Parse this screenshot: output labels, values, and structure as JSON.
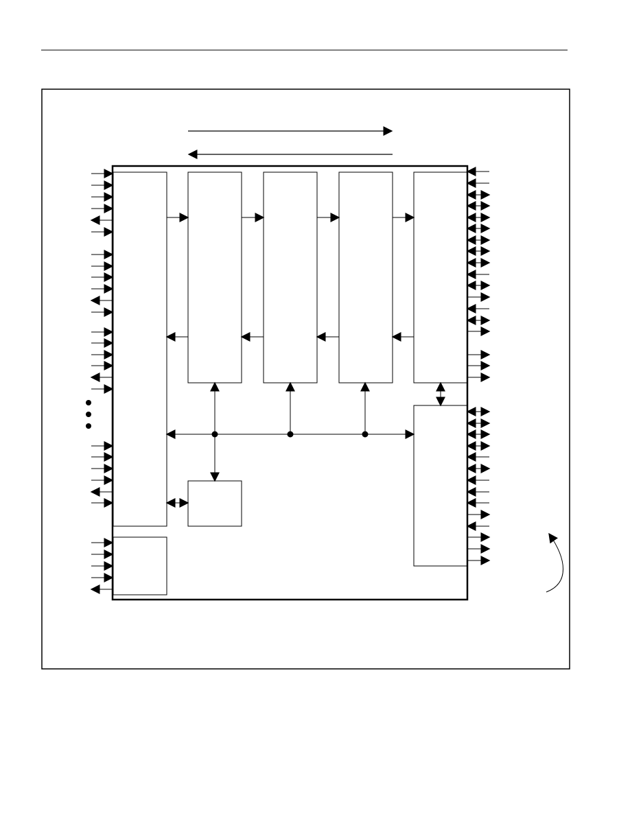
{
  "page": {
    "background": "#ffffff",
    "ink": "#000000"
  },
  "diagram": {
    "blocks": [
      {
        "id": "left-block"
      },
      {
        "id": "stage-1"
      },
      {
        "id": "stage-2"
      },
      {
        "id": "stage-3"
      },
      {
        "id": "stage-4"
      },
      {
        "id": "right-block"
      },
      {
        "id": "center-block"
      },
      {
        "id": "bottom-left-block"
      }
    ],
    "continuation_dots": 3
  }
}
